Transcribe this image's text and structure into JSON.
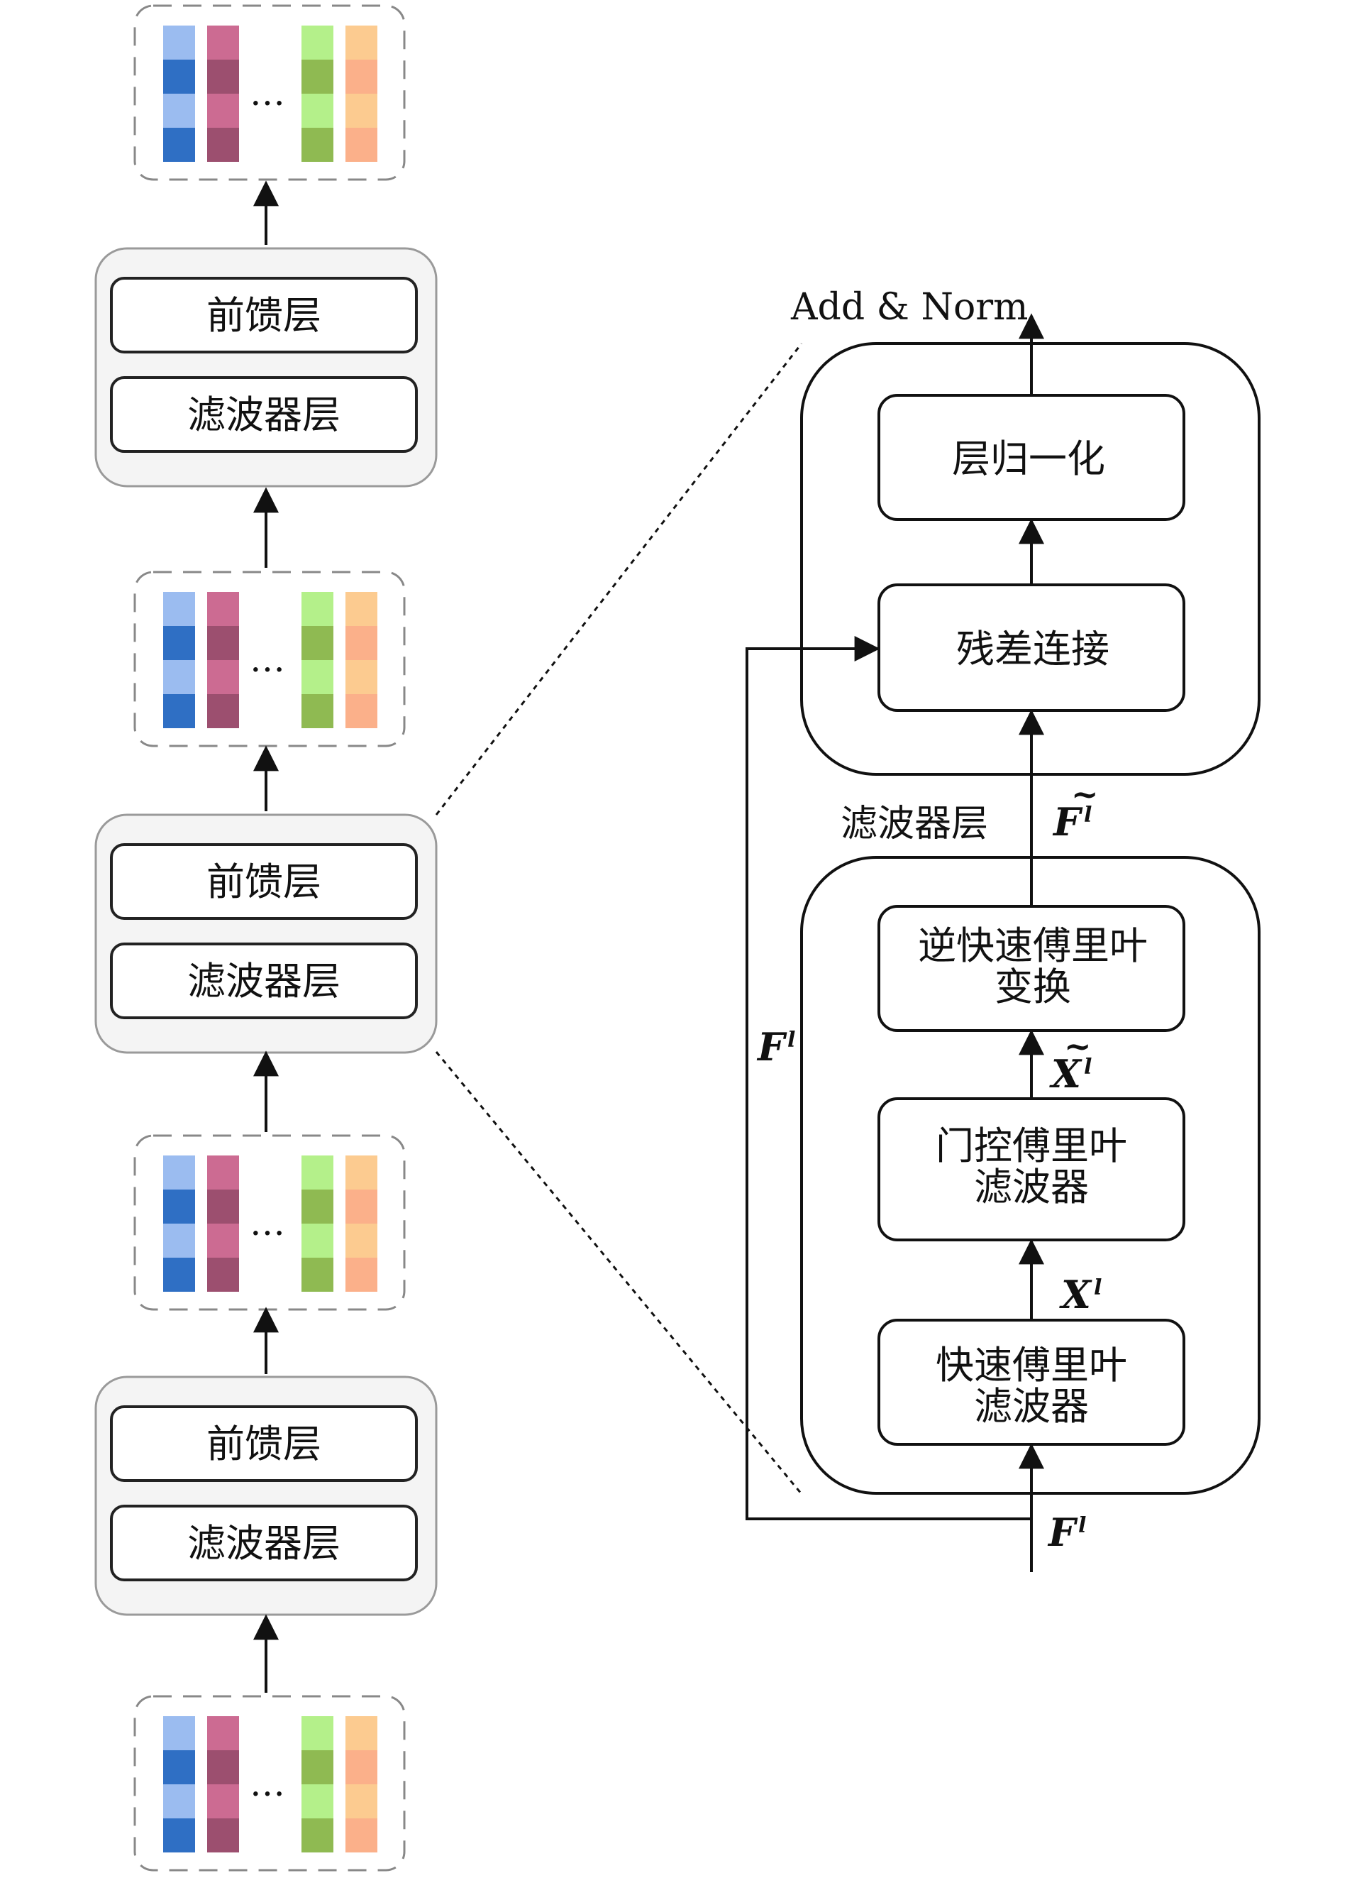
{
  "left_stack": {
    "blocks": [
      {
        "top_label": "前馈层",
        "bottom_label": "滤波器层"
      },
      {
        "top_label": "前馈层",
        "bottom_label": "滤波器层"
      },
      {
        "top_label": "前馈层",
        "bottom_label": "滤波器层"
      }
    ],
    "ellipsis": "…",
    "token_colors": {
      "blue": [
        "#9bbcf0",
        "#2f6fc4"
      ],
      "pink": [
        "#cc6b92",
        "#9c4f6f"
      ],
      "green": [
        "#b4f08a",
        "#8fba52"
      ],
      "orange": [
        "#fccb90",
        "#fbb08a"
      ]
    }
  },
  "detail": {
    "output_label": "Add & Norm",
    "upper_block": {
      "top": "层归一化",
      "bottom": "残差连接"
    },
    "filter_layer_label": "滤波器层",
    "lower_block": {
      "ifft": [
        "逆快速傅里叶",
        "变换"
      ],
      "gated": [
        "门控傅里叶",
        "滤波器"
      ],
      "fft": [
        "快速傅里叶",
        "滤波器"
      ]
    },
    "symbols": {
      "F": "F",
      "X": "X",
      "sup_l": "l",
      "tilde": "~"
    }
  }
}
